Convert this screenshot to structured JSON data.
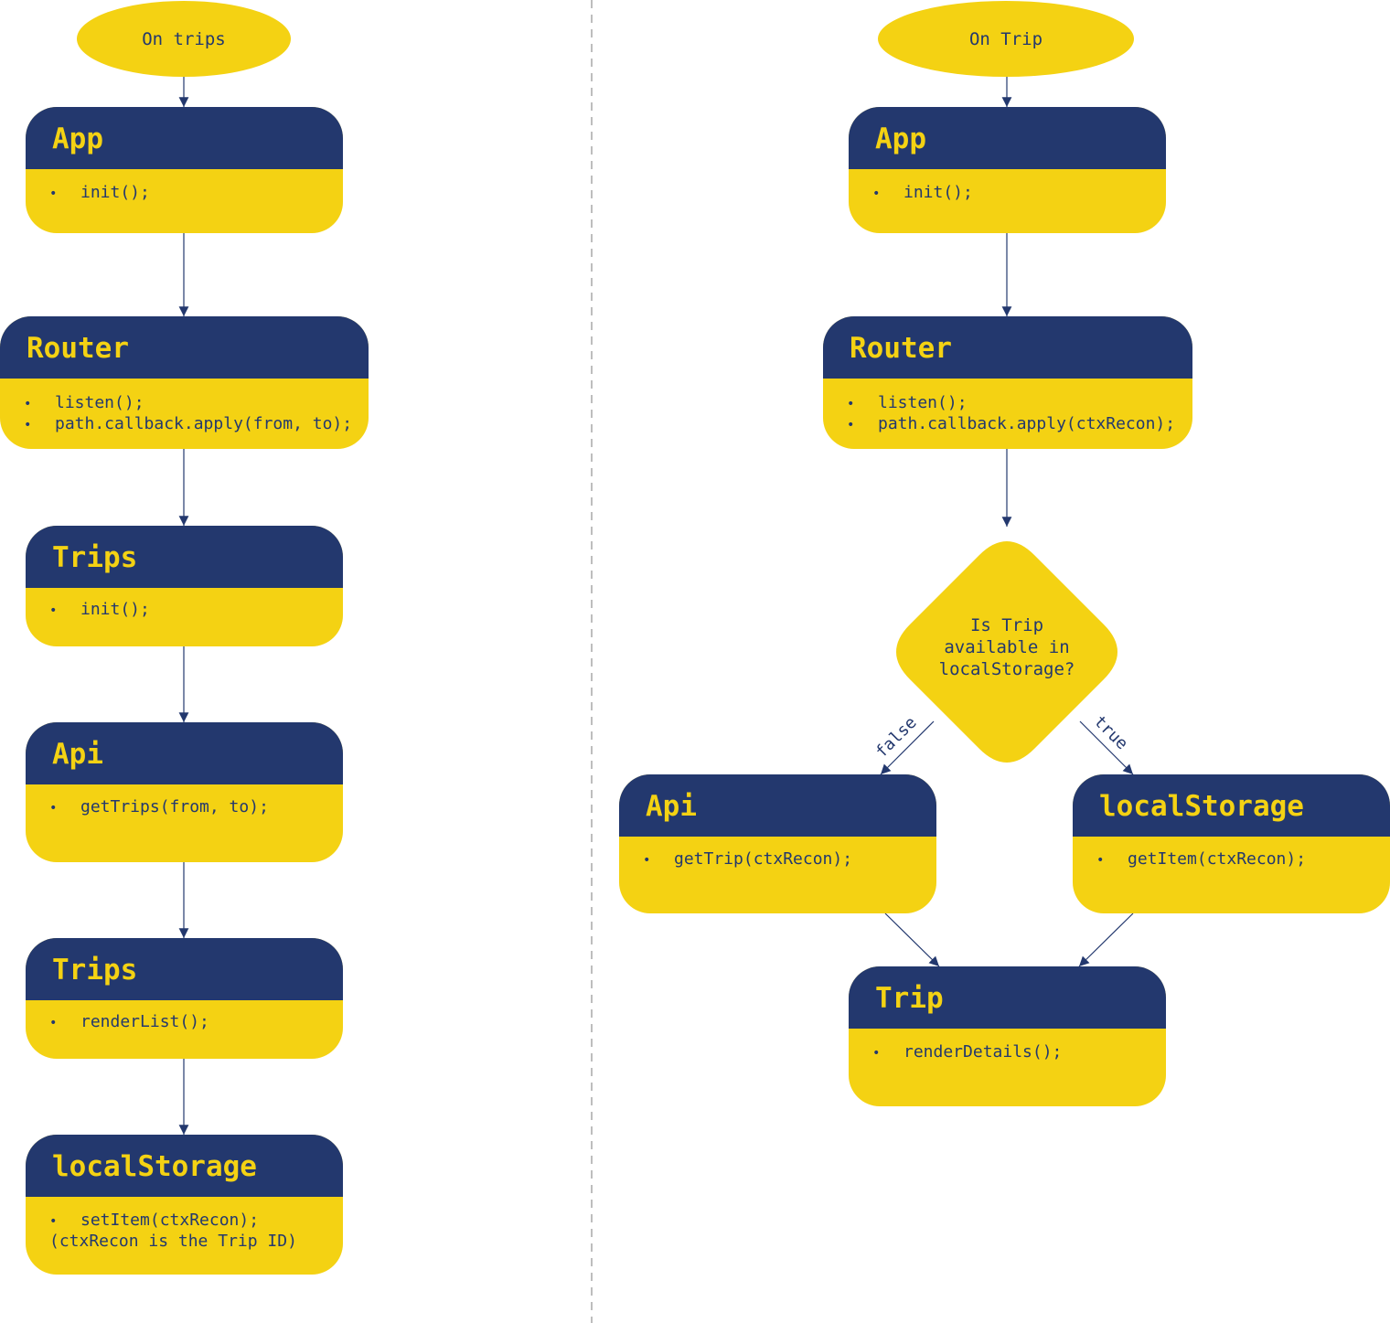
{
  "colors": {
    "primary": "#23386e",
    "accent": "#f4d213",
    "divider": "#9a9a9a"
  },
  "left": {
    "start": "On trips",
    "nodes": [
      {
        "title": "App",
        "items": [
          "init();"
        ]
      },
      {
        "title": "Router",
        "items": [
          "listen();",
          "path.callback.apply(from, to);"
        ]
      },
      {
        "title": "Trips",
        "items": [
          "init();"
        ]
      },
      {
        "title": "Api",
        "items": [
          "getTrips(from, to);"
        ]
      },
      {
        "title": "Trips",
        "items": [
          "renderList();"
        ]
      },
      {
        "title": "localStorage",
        "items": [
          "setItem(ctxRecon);"
        ],
        "note": "(ctxRecon is the Trip ID)"
      }
    ]
  },
  "right": {
    "start": "On Trip",
    "nodes": [
      {
        "title": "App",
        "items": [
          "init();"
        ]
      },
      {
        "title": "Router",
        "items": [
          "listen();",
          "path.callback.apply(ctxRecon);"
        ]
      },
      {
        "title": "Api",
        "items": [
          "getTrip(ctxRecon);"
        ]
      },
      {
        "title": "localStorage",
        "items": [
          "getItem(ctxRecon);"
        ]
      },
      {
        "title": "Trip",
        "items": [
          "renderDetails();"
        ]
      }
    ],
    "decision": "Is Trip\navailable in\nlocalStorage?",
    "branch_false": "false",
    "branch_true": "true"
  }
}
